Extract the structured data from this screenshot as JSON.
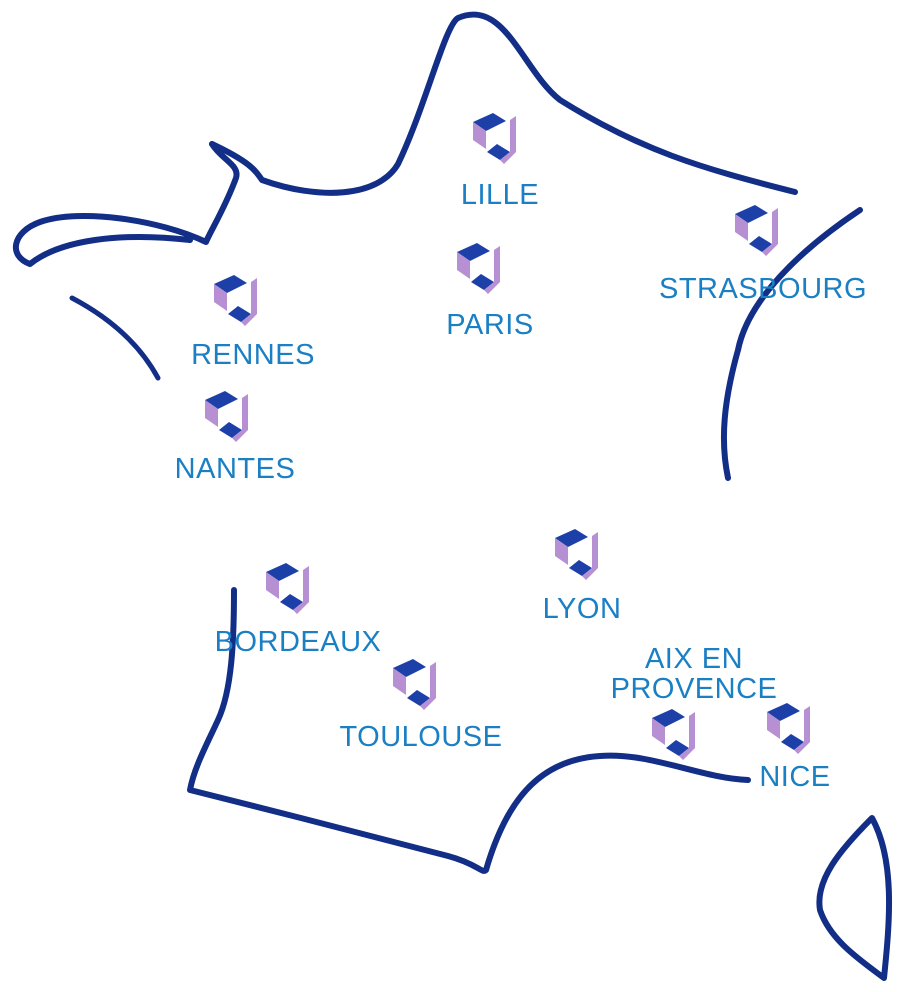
{
  "colors": {
    "outline": "#122e86",
    "label": "#1b7fc4",
    "logo_dark": "#1d3fa8",
    "logo_light": "#b690d2"
  },
  "icons": {
    "city_marker": "office-logo-icon"
  },
  "cities": [
    {
      "id": "lille",
      "label": "LILLE"
    },
    {
      "id": "paris",
      "label": "PARIS"
    },
    {
      "id": "strasbourg",
      "label": "STRASBOURG"
    },
    {
      "id": "rennes",
      "label": "RENNES"
    },
    {
      "id": "nantes",
      "label": "NANTES"
    },
    {
      "id": "bordeaux",
      "label": "BORDEAUX"
    },
    {
      "id": "lyon",
      "label": "LYON"
    },
    {
      "id": "toulouse",
      "label": "TOULOUSE"
    },
    {
      "id": "aix-en-provence",
      "label_line1": "AIX EN",
      "label_line2": "PROVENCE"
    },
    {
      "id": "nice",
      "label": "NICE"
    }
  ]
}
